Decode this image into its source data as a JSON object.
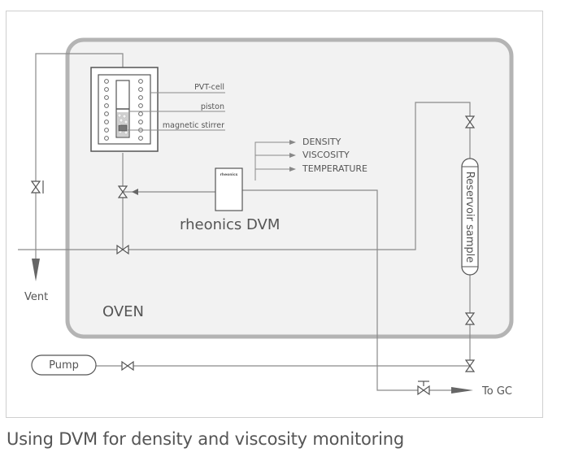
{
  "labels": {
    "pvt_cell": "PVT-cell",
    "piston": "piston",
    "magnetic_stirrer": "magnetic stirrer",
    "dvm_logo": "rheonics",
    "dvm_name": "rheonics DVM",
    "density": "DENSITY",
    "viscosity": "VISCOSITY",
    "temperature": "TEMPERATURE",
    "reservoir": "Reservoir sample",
    "oven": "OVEN",
    "vent": "Vent",
    "pump": "Pump",
    "to_gc": "To GC"
  },
  "caption": "Using DVM for density and viscosity monitoring"
}
